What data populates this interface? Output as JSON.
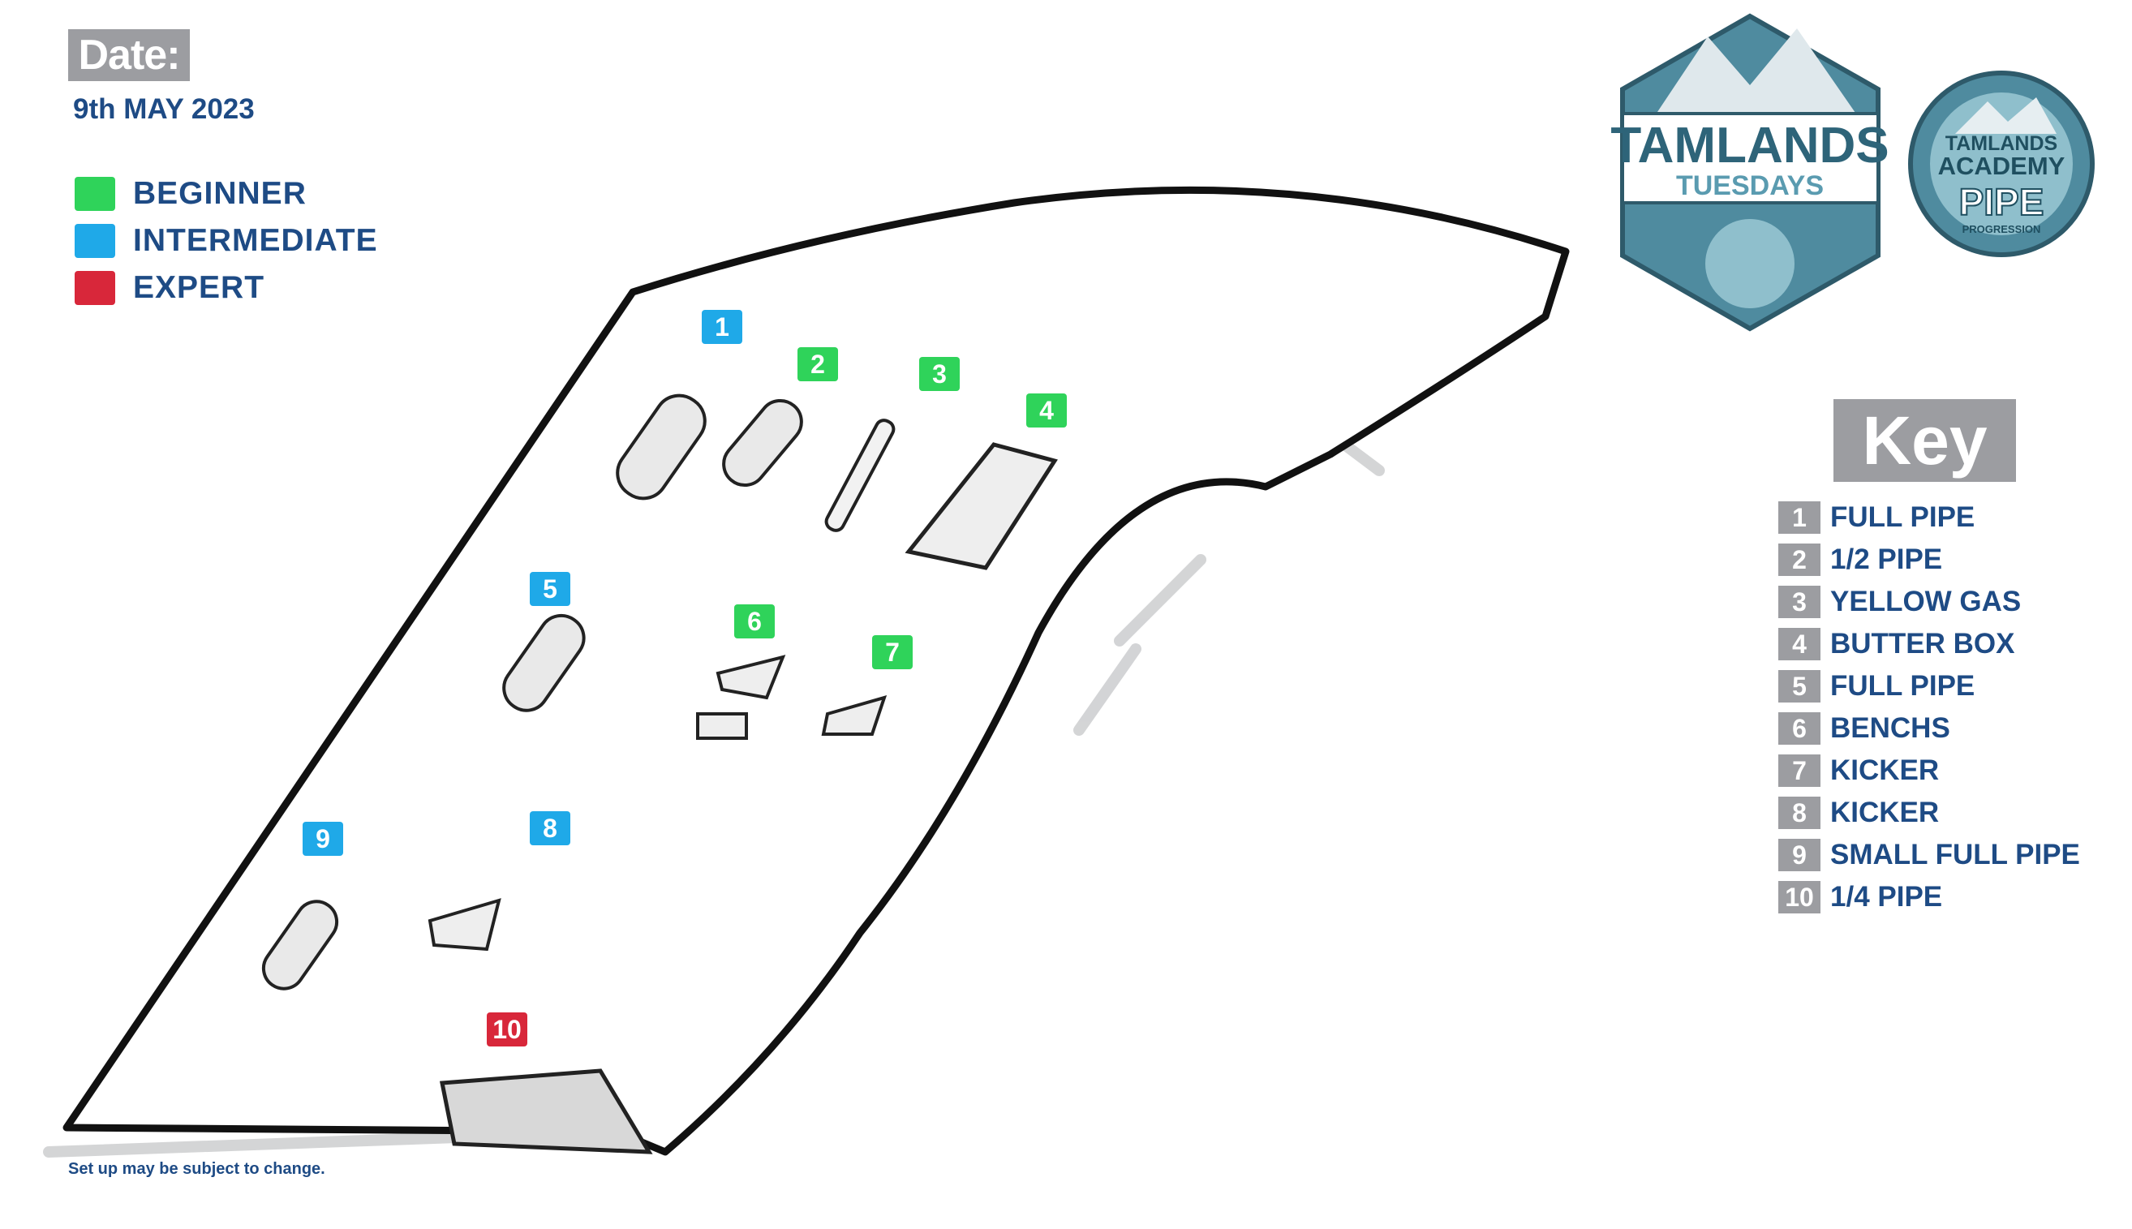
{
  "header": {
    "date_label": "Date:",
    "date_value": "9th MAY 2023"
  },
  "legend": [
    {
      "label": "BEGINNER",
      "color": "#2fd35a"
    },
    {
      "label": "INTERMEDIATE",
      "color": "#1fa9e8"
    },
    {
      "label": "EXPERT",
      "color": "#d8273a"
    }
  ],
  "logos": {
    "tuesdays": {
      "line1": "TAMLANDS",
      "line2": "TUESDAYS"
    },
    "academy": {
      "line1": "TAMLANDS",
      "line2": "ACADEMY",
      "line3": "PIPE",
      "line4": "PROGRESSION"
    }
  },
  "key": {
    "title": "Key",
    "items": [
      {
        "num": "1",
        "label": "FULL PIPE"
      },
      {
        "num": "2",
        "label": "1/2 PIPE"
      },
      {
        "num": "3",
        "label": "YELLOW GAS"
      },
      {
        "num": "4",
        "label": "BUTTER BOX"
      },
      {
        "num": "5",
        "label": "FULL PIPE"
      },
      {
        "num": "6",
        "label": "BENCHS"
      },
      {
        "num": "7",
        "label": "KICKER"
      },
      {
        "num": "8",
        "label": "KICKER"
      },
      {
        "num": "9",
        "label": "SMALL FULL PIPE"
      },
      {
        "num": "10",
        "label": "1/4 PIPE"
      }
    ]
  },
  "markers": [
    {
      "num": "1",
      "level": "intermediate",
      "color": "#1fa9e8"
    },
    {
      "num": "2",
      "level": "beginner",
      "color": "#2fd35a"
    },
    {
      "num": "3",
      "level": "beginner",
      "color": "#2fd35a"
    },
    {
      "num": "4",
      "level": "beginner",
      "color": "#2fd35a"
    },
    {
      "num": "5",
      "level": "intermediate",
      "color": "#1fa9e8"
    },
    {
      "num": "6",
      "level": "beginner",
      "color": "#2fd35a"
    },
    {
      "num": "7",
      "level": "beginner",
      "color": "#2fd35a"
    },
    {
      "num": "8",
      "level": "intermediate",
      "color": "#1fa9e8"
    },
    {
      "num": "9",
      "level": "intermediate",
      "color": "#1fa9e8"
    },
    {
      "num": "10",
      "level": "expert",
      "color": "#d8273a"
    }
  ],
  "footer": {
    "disclaimer": "Set up may be subject to change."
  }
}
